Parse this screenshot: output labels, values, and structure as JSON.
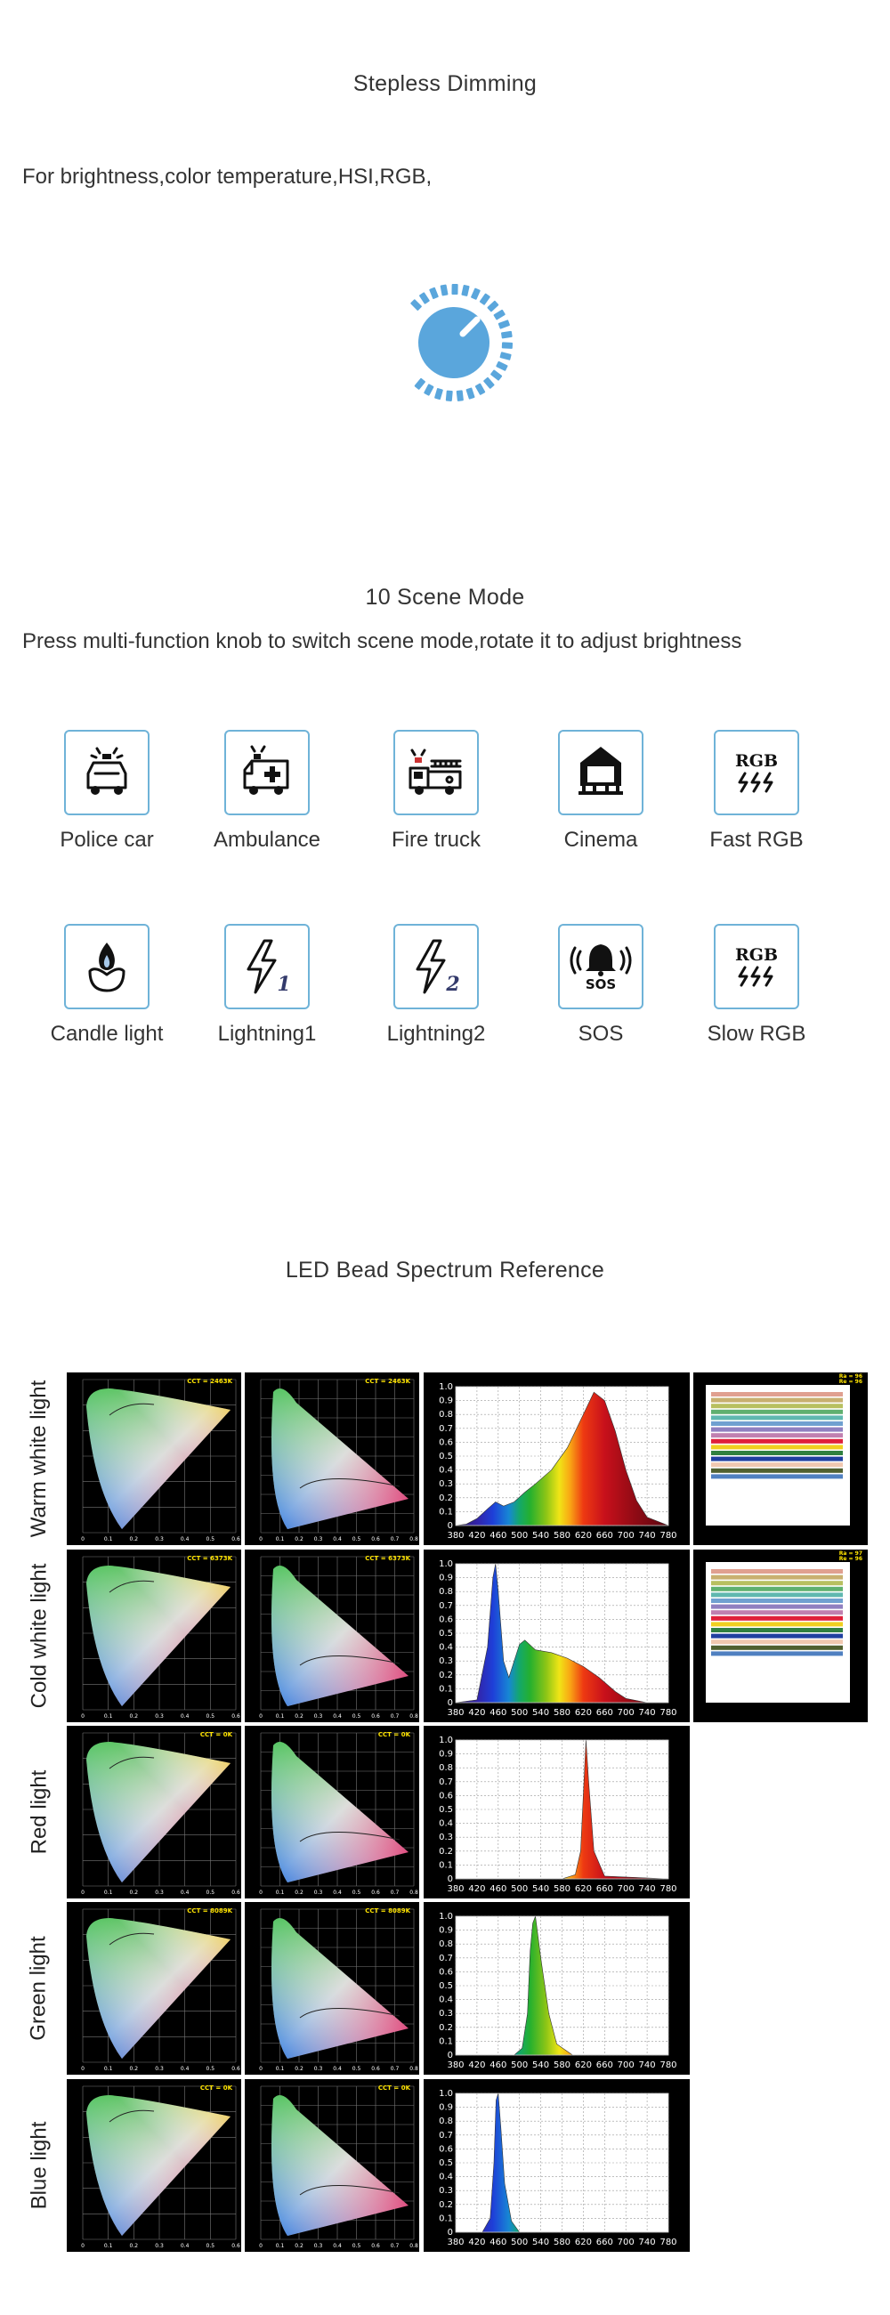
{
  "dimming": {
    "title": "Stepless Dimming",
    "description": "For brightness,color temperature,HSI,RGB,",
    "knob_icon": "dimmer-knob-icon",
    "accent": "#5aa6dc"
  },
  "scenes": {
    "title": "10 Scene Mode",
    "description": "Press multi-function knob to switch scene mode,rotate it to adjust brightness",
    "items": [
      {
        "label": "Police car",
        "icon": "police-car-icon"
      },
      {
        "label": "Ambulance",
        "icon": "ambulance-icon"
      },
      {
        "label": "Fire truck",
        "icon": "fire-truck-icon"
      },
      {
        "label": "Cinema",
        "icon": "cinema-icon"
      },
      {
        "label": "Fast RGB",
        "icon": "rgb-fast-icon",
        "icon_text": "RGB"
      },
      {
        "label": "Candle light",
        "icon": "candle-icon"
      },
      {
        "label": "Lightning1",
        "icon": "lightning-1-icon",
        "icon_text": "1"
      },
      {
        "label": "Lightning2",
        "icon": "lightning-2-icon",
        "icon_text": "2"
      },
      {
        "label": "SOS",
        "icon": "sos-bell-icon",
        "icon_text": "SOS"
      },
      {
        "label": "Slow RGB",
        "icon": "rgb-slow-icon",
        "icon_text": "RGB"
      }
    ]
  },
  "spectrum": {
    "title": "LED Bead Spectrum Reference",
    "x_ticks": [
      "380",
      "420",
      "460",
      "500",
      "540",
      "580",
      "620",
      "660",
      "700",
      "740",
      "780"
    ],
    "y_ticks": [
      "0",
      "0.1",
      "0.2",
      "0.3",
      "0.4",
      "0.5",
      "0.6",
      "0.7",
      "0.8",
      "0.9",
      "1.0"
    ],
    "uv_ticks": [
      "0",
      "0.1",
      "0.2",
      "0.3",
      "0.4",
      "0.5",
      "0.6"
    ],
    "xy_ticks": [
      "0",
      "0.1",
      "0.2",
      "0.3",
      "0.4",
      "0.5",
      "0.6",
      "0.7",
      "0.8"
    ],
    "rows": [
      {
        "label": "Warm white light",
        "cct": "CCT = 2463K",
        "cri": true,
        "ra": "Ra = 96",
        "re": "Re = 96"
      },
      {
        "label": "Cold white light",
        "cct": "CCT = 6373K",
        "cri": true,
        "ra": "Ra = 97",
        "re": "Re = 96"
      },
      {
        "label": "Red light",
        "cct": "CCT = 0K",
        "cri": false
      },
      {
        "label": "Green light",
        "cct": "CCT = 8089K",
        "cri": false
      },
      {
        "label": "Blue light",
        "cct": "CCT = 0K",
        "cri": false
      }
    ]
  },
  "chart_data": [
    {
      "type": "area",
      "x": [
        380,
        400,
        420,
        440,
        455,
        470,
        490,
        510,
        530,
        560,
        590,
        620,
        640,
        660,
        680,
        700,
        720,
        740,
        780
      ],
      "values": [
        0,
        0.01,
        0.05,
        0.12,
        0.17,
        0.14,
        0.17,
        0.24,
        0.3,
        0.4,
        0.56,
        0.8,
        0.96,
        0.9,
        0.68,
        0.4,
        0.18,
        0.06,
        0
      ],
      "ylim": [
        0,
        1.0
      ],
      "xlim": [
        380,
        780
      ]
    },
    {
      "type": "area",
      "x": [
        380,
        420,
        440,
        450,
        455,
        460,
        470,
        480,
        490,
        500,
        510,
        530,
        560,
        590,
        620,
        650,
        680,
        700,
        740,
        780
      ],
      "values": [
        0,
        0.02,
        0.4,
        0.9,
        1.0,
        0.8,
        0.3,
        0.18,
        0.3,
        0.42,
        0.45,
        0.38,
        0.36,
        0.32,
        0.26,
        0.18,
        0.08,
        0.03,
        0,
        0
      ],
      "ylim": [
        0,
        1.0
      ],
      "xlim": [
        380,
        780
      ]
    },
    {
      "type": "area",
      "x": [
        380,
        580,
        605,
        615,
        620,
        625,
        630,
        640,
        660,
        780
      ],
      "values": [
        0,
        0,
        0.03,
        0.2,
        0.6,
        1.0,
        0.7,
        0.2,
        0.02,
        0
      ],
      "ylim": [
        0,
        1.0
      ],
      "xlim": [
        380,
        780
      ]
    },
    {
      "type": "area",
      "x": [
        380,
        490,
        505,
        515,
        520,
        525,
        530,
        540,
        555,
        570,
        600,
        780
      ],
      "values": [
        0,
        0,
        0.05,
        0.3,
        0.75,
        0.95,
        1.0,
        0.7,
        0.3,
        0.08,
        0,
        0
      ],
      "ylim": [
        0,
        1.0
      ],
      "xlim": [
        380,
        780
      ]
    },
    {
      "type": "area",
      "x": [
        380,
        430,
        445,
        452,
        456,
        460,
        465,
        472,
        485,
        500,
        780
      ],
      "values": [
        0,
        0,
        0.1,
        0.5,
        0.95,
        1.0,
        0.75,
        0.35,
        0.08,
        0,
        0
      ],
      "ylim": [
        0,
        1.0
      ],
      "xlim": [
        380,
        780
      ]
    }
  ]
}
